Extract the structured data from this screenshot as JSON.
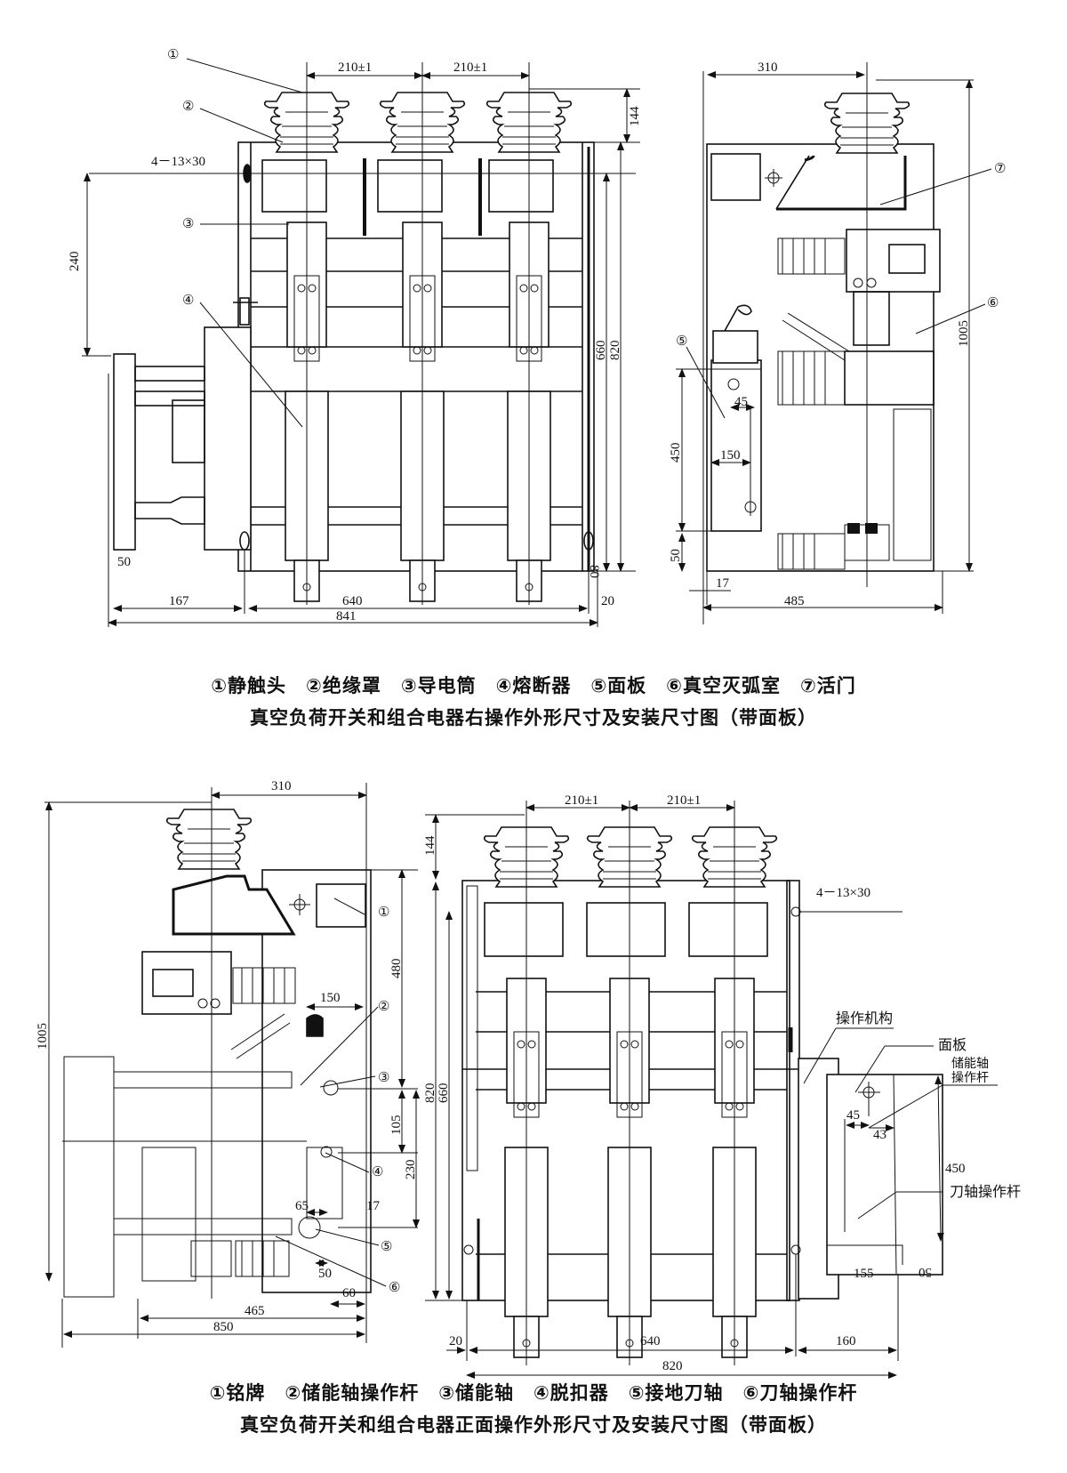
{
  "figure_top": {
    "front_view": {
      "dims": {
        "pitch_1": "210±1",
        "pitch_2": "210±1",
        "top_height": "144",
        "mount_hole": "4－13×30",
        "height_240": "240",
        "height_660": "660",
        "height_820": "820",
        "height_80": "80",
        "width_50": "50",
        "width_167": "167",
        "width_640": "640",
        "width_841": "841",
        "width_20": "20"
      },
      "callouts": [
        "①",
        "②",
        "③",
        "④"
      ]
    },
    "side_view": {
      "dims": {
        "depth_310": "310",
        "height_1005": "1005",
        "height_450": "450",
        "height_50": "50",
        "width_45": "45",
        "width_150": "150",
        "width_17": "17",
        "width_485": "485"
      },
      "callouts": [
        "⑤",
        "⑥",
        "⑦"
      ]
    },
    "legend": "①静触头　②绝缘罩　③导电筒　④熔断器　⑤面板　⑥真空灭弧室　⑦活门",
    "title": "真空负荷开关和组合电器右操作外形尺寸及安装尺寸图（带面板）"
  },
  "figure_bottom": {
    "side_view": {
      "dims": {
        "depth_310": "310",
        "height_1005": "1005",
        "height_480": "480",
        "width_150": "150",
        "height_105": "105",
        "height_230": "230",
        "width_65": "65",
        "width_17": "17",
        "width_50": "50",
        "width_60": "60",
        "width_465": "465",
        "width_850": "850"
      },
      "callouts": [
        "①",
        "②",
        "③",
        "④",
        "⑤",
        "⑥"
      ]
    },
    "front_view": {
      "dims": {
        "pitch_1": "210±1",
        "pitch_2": "210±1",
        "top_height": "144",
        "mount_hole": "4－13×30",
        "height_820": "820",
        "height_660": "660",
        "width_45": "45",
        "width_43": "43",
        "height_450": "450",
        "width_155": "155",
        "width_50": "50",
        "width_20": "20",
        "width_640": "640",
        "width_820": "820",
        "width_160": "160"
      },
      "labels": {
        "mechanism": "操作机构",
        "panel": "面板",
        "storage_shaft_lever_1": "储能轴",
        "storage_shaft_lever_2": "操作杆",
        "knife_shaft_lever": "刀轴操作杆"
      }
    },
    "legend": "①铭牌　②储能轴操作杆　③储能轴　④脱扣器　⑤接地刀轴　⑥刀轴操作杆",
    "title": "真空负荷开关和组合电器正面操作外形尺寸及安装尺寸图（带面板）"
  }
}
